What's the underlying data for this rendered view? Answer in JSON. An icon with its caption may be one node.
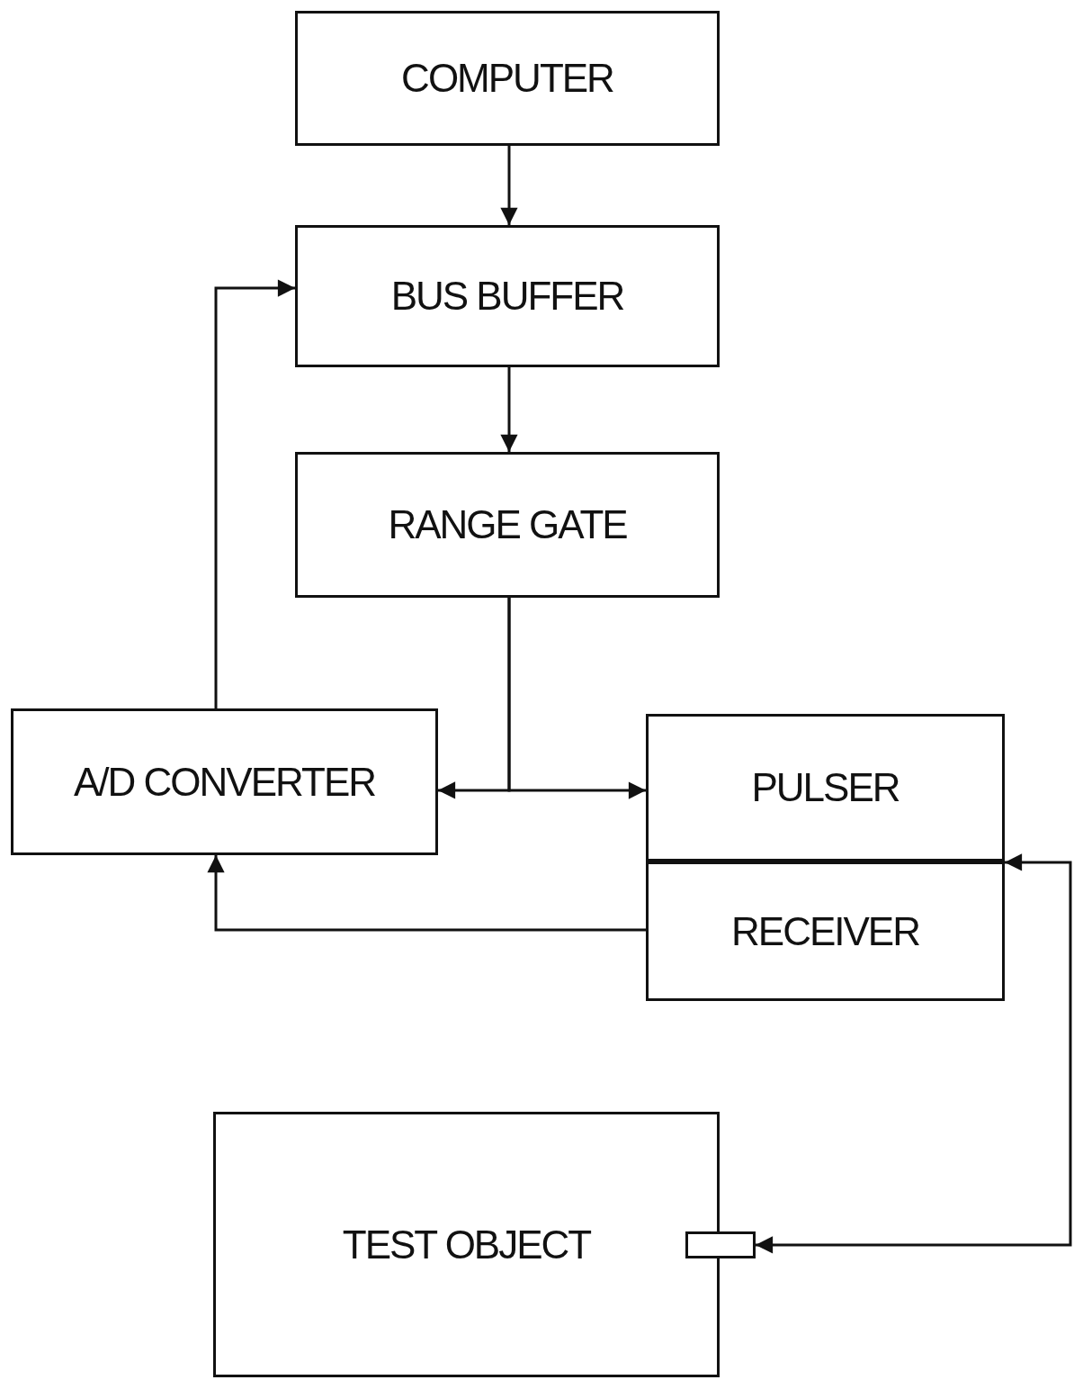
{
  "diagram": {
    "nodes": [
      {
        "text": [
          "COMPUTER"
        ]
      },
      {
        "text": [
          "BUS BUFFER"
        ]
      },
      {
        "text": [
          "RANGE GATE"
        ]
      },
      {
        "text": [
          "A/D CONVERTER"
        ]
      },
      {
        "text": [
          "PULSER"
        ]
      },
      {
        "text": [
          "RECEIVER"
        ]
      },
      {
        "text": [
          "TEST OBJECT"
        ]
      },
      {
        "text": [],
        "shape": "box"
      }
    ],
    "edges": [
      {
        "from": 0,
        "to": 1,
        "arrow": "to"
      },
      {
        "from": 1,
        "to": 2,
        "arrow": "to"
      },
      {
        "from": 3,
        "to": 1,
        "arrow": "to"
      },
      {
        "from": 2,
        "to": 3,
        "arrow": "to"
      },
      {
        "from": 2,
        "to": 4,
        "arrow": "to"
      },
      {
        "from": 5,
        "to": 3,
        "arrow": "to"
      },
      {
        "from": 7,
        "to": 5,
        "arrow": "both"
      }
    ]
  }
}
